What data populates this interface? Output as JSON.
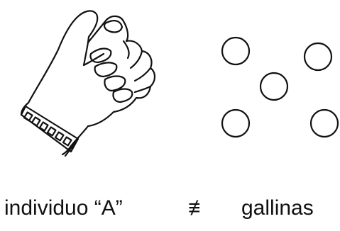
{
  "diagram": {
    "left_label": "individuo “A”",
    "relation_symbol": "≢",
    "right_label": "gallinas",
    "left_icon": "clenched-fist-hand-icon",
    "right_icon": "circles-group-icon",
    "circle_count": 5,
    "stroke_color": "#111111"
  }
}
